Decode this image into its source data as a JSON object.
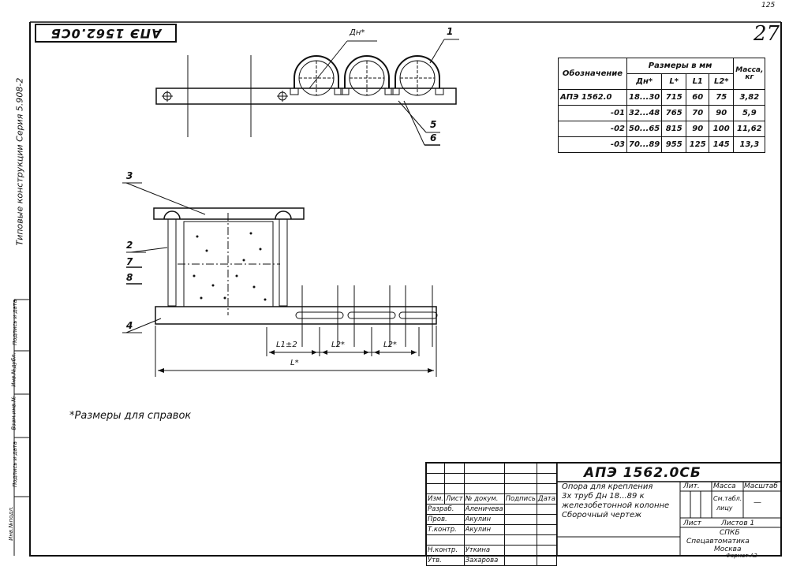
{
  "stamp": "АПЭ 1562.0СБ",
  "page_number": "27",
  "corner_mark": "125",
  "side_series": "Типовые конструкции  Серия 5.908-2",
  "side_cells": [
    "Инв.№подл.",
    "Подпись и дата",
    "Взам.инв.№",
    "Инв.№дубл.",
    "Подпись и дата"
  ],
  "labels": {
    "p1": "1",
    "p2": "2",
    "p3": "3",
    "p4": "4",
    "p5": "5",
    "p6": "6",
    "p7": "7",
    "p8": "8"
  },
  "dims": {
    "dn": "Дн*",
    "l1": "L1±2",
    "l2": "L2*",
    "l2b": "L2*",
    "l": "L*"
  },
  "note": "*Размеры для справок",
  "spec_table": {
    "h_designation": "Обозначение",
    "h_sizes": "Размеры в мм",
    "h_mass": "Масса, кг",
    "sub_headers": [
      "Дн*",
      "L*",
      "L1",
      "L2*"
    ],
    "rows": [
      {
        "d": "АПЭ 1562.0",
        "dn": "18...30",
        "l": "715",
        "l1": "60",
        "l2": "75",
        "m": "3,82"
      },
      {
        "d": "-01",
        "dn": "32...48",
        "l": "765",
        "l1": "70",
        "l2": "90",
        "m": "5,9"
      },
      {
        "d": "-02",
        "dn": "50...65",
        "l": "815",
        "l1": "90",
        "l2": "100",
        "m": "11,62"
      },
      {
        "d": "-03",
        "dn": "70...89",
        "l": "955",
        "l1": "125",
        "l2": "145",
        "m": "13,3"
      }
    ]
  },
  "title_block": {
    "code": "АПЭ 1562.0СБ",
    "name_line1": "Опора для крепления",
    "name_line2": "3х труб Дн 18...89 к",
    "name_line3": "железобетонной колонне",
    "name_line4": "Сборочный чертеж",
    "col_headers": [
      "Изм.",
      "Лист",
      "№ докум.",
      "Подпись",
      "Дата"
    ],
    "people": [
      {
        "role": "Разраб.",
        "name": "Аленичева"
      },
      {
        "role": "Пров.",
        "name": "Акулин"
      },
      {
        "role": "Т.контр.",
        "name": "Акулин"
      },
      {
        "role": "",
        "name": ""
      },
      {
        "role": "Н.контр.",
        "name": "Уткина"
      },
      {
        "role": "Утв.",
        "name": "Захарова"
      }
    ],
    "lit": "Лит.",
    "mass": "Масса",
    "scale": "Масштаб",
    "mass_value": "См.табл.",
    "mass_value2": "лицу",
    "scale_value": "—",
    "sheet": "Лист",
    "sheets": "Листов 1",
    "org1": "СПКБ",
    "org2": "Спецавтоматика",
    "org3": "Москва",
    "format": "Формат А3"
  }
}
